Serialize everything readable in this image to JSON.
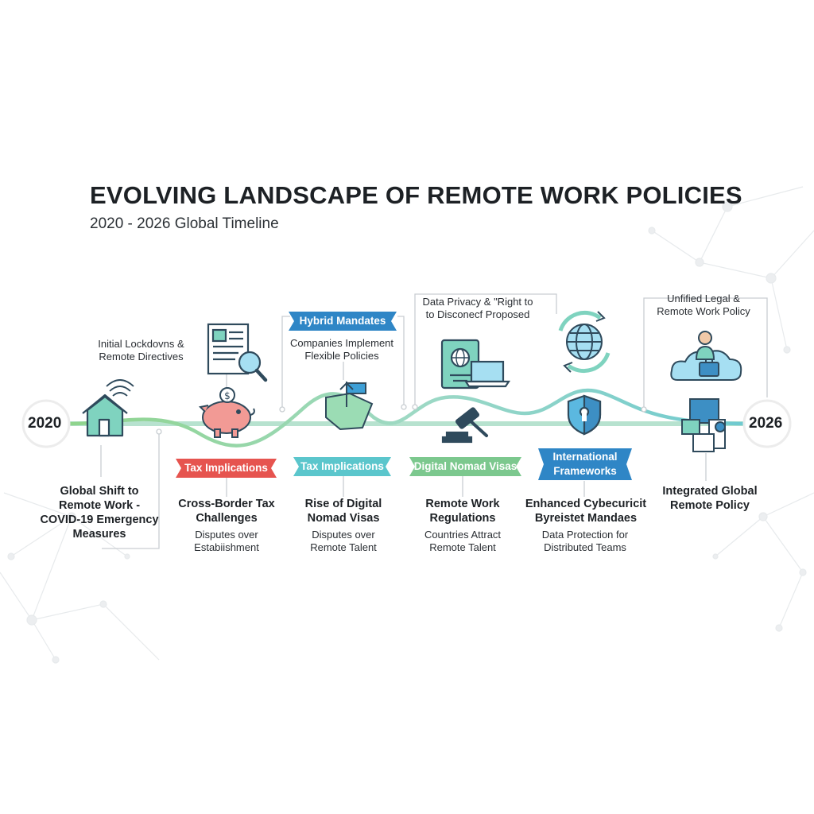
{
  "header": {
    "title": "EVOLVING LANDSCAPE OF REMOTE WORK POLICIES",
    "subtitle": "2020 - 2026 Global Timeline"
  },
  "timeline": {
    "start_year": "2020",
    "end_year": "2026"
  },
  "colors": {
    "red": "#e6544f",
    "teal": "#5bc6cc",
    "green": "#7cc88e",
    "blue": "#2f86c6",
    "icon_mint": "#7fd3bf",
    "icon_dark": "#2f4a5c"
  },
  "top_notes": {
    "lockdowns": "Initial Lockdovns & Remote Directives",
    "hybrid_desc": "Companies Implement Flexible Policies",
    "privacy": "Data Privacy & \"Right to to Disconecf Proposed",
    "unified": "Unfified Legal & Remote Work Policy"
  },
  "banners": {
    "hybrid": "Hybrid Mandates",
    "tax_red": "Tax Implications",
    "tax_teal": "Tax Implications",
    "nomad": "Digital Nomad Visas",
    "international": "International Frameworks"
  },
  "milestones": [
    {
      "heading": "Global Shift to Remote Work - COVID-19 Emergency Measures",
      "desc": ""
    },
    {
      "heading": "Cross-Border Tax Challenges",
      "desc": "Disputes over Estabiishment"
    },
    {
      "heading": "Rise of Digital Nomad Visas",
      "desc": "Disputes over Remote Talent"
    },
    {
      "heading": "Remote Work Regulations",
      "desc": "Countries Attract Remote Talent"
    },
    {
      "heading": "Enhanced Cybecuricit Byreistet Mandaes",
      "desc": "Data Protection for Distributed Teams"
    },
    {
      "heading": "Integrated Global Remote Policy",
      "desc": ""
    }
  ],
  "icons": [
    "smart-home-icon",
    "document-search-icon",
    "piggy-bank-icon",
    "map-flag-icon",
    "passport-laptop-icon",
    "gavel-icon",
    "globe-sync-icon",
    "shield-lock-icon",
    "cloud-worker-icon",
    "puzzle-icon"
  ]
}
